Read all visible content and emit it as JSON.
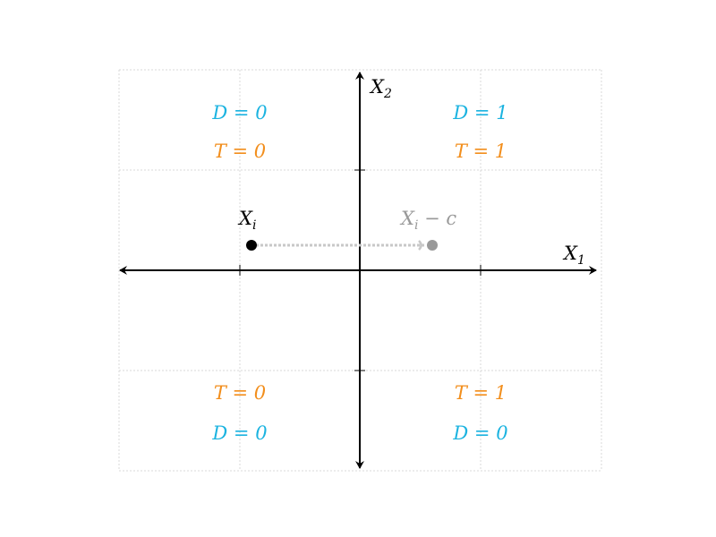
{
  "colors": {
    "treatment": "#F28E1C",
    "decision": "#1BB3E0",
    "axis": "#000000",
    "grid": "#d8d8d8",
    "shift": "#999999",
    "arrow_faint": "#c8c8c8"
  },
  "axes": {
    "x_label": "X",
    "x_sub": "1",
    "y_label": "X",
    "y_sub": "2"
  },
  "points": {
    "original": {
      "label": "X",
      "sub": "i"
    },
    "shifted": {
      "label": "X",
      "sub": "i",
      "suffix": " − c"
    }
  },
  "quadrants": {
    "top_left": {
      "d": "D = 0",
      "t": "T = 0"
    },
    "top_right": {
      "d": "D = 1",
      "t": "T = 1"
    },
    "bottom_left": {
      "t": "T = 0",
      "d": "D = 0"
    },
    "bottom_right": {
      "t": "T = 1",
      "d": "D = 0"
    }
  }
}
